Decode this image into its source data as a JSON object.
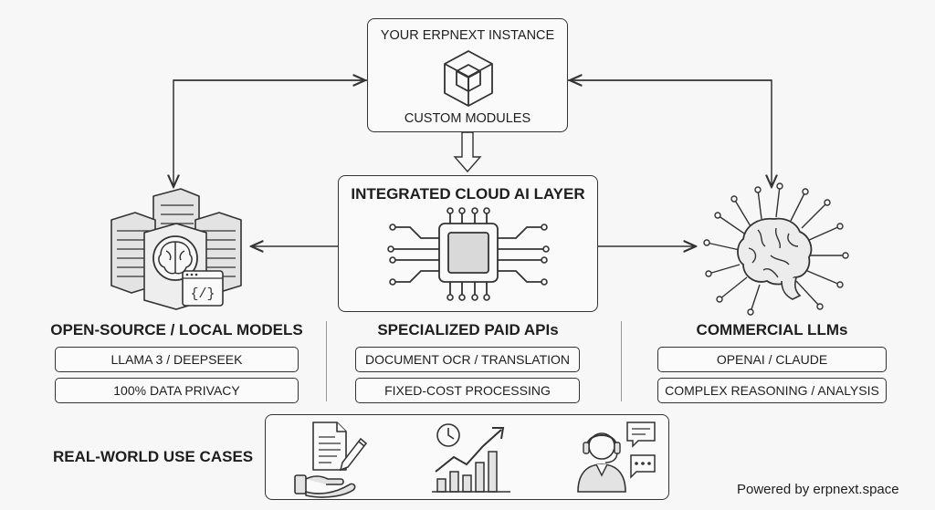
{
  "top_box": {
    "title": "YOUR ERPNEXT INSTANCE",
    "subtitle": "CUSTOM MODULES",
    "icon": "cube-icon"
  },
  "middle_box": {
    "title": "INTEGRATED CLOUD AI LAYER",
    "icon": "chip-icon"
  },
  "columns": [
    {
      "heading": "OPEN-SOURCE / LOCAL MODELS",
      "icon": "server-brain-icon",
      "items": [
        "LLAMA 3 / DEEPSEEK",
        "100% DATA PRIVACY"
      ]
    },
    {
      "heading": "SPECIALIZED PAID APIs",
      "items": [
        "DOCUMENT OCR / TRANSLATION",
        "FIXED-COST PROCESSING"
      ]
    },
    {
      "heading": "COMMERCIAL LLMs",
      "icon": "brain-network-icon",
      "items": [
        "OPENAI / CLAUDE",
        "COMPLEX REASONING / ANALYSIS"
      ]
    }
  ],
  "use_cases": {
    "label": "REAL-WORLD USE CASES",
    "icons": [
      "document-hand-icon",
      "growth-chart-icon",
      "support-agent-icon"
    ]
  },
  "footer": "Powered by erpnext.space",
  "colors": {
    "stroke": "#333333",
    "background": "#f7f7f7"
  }
}
